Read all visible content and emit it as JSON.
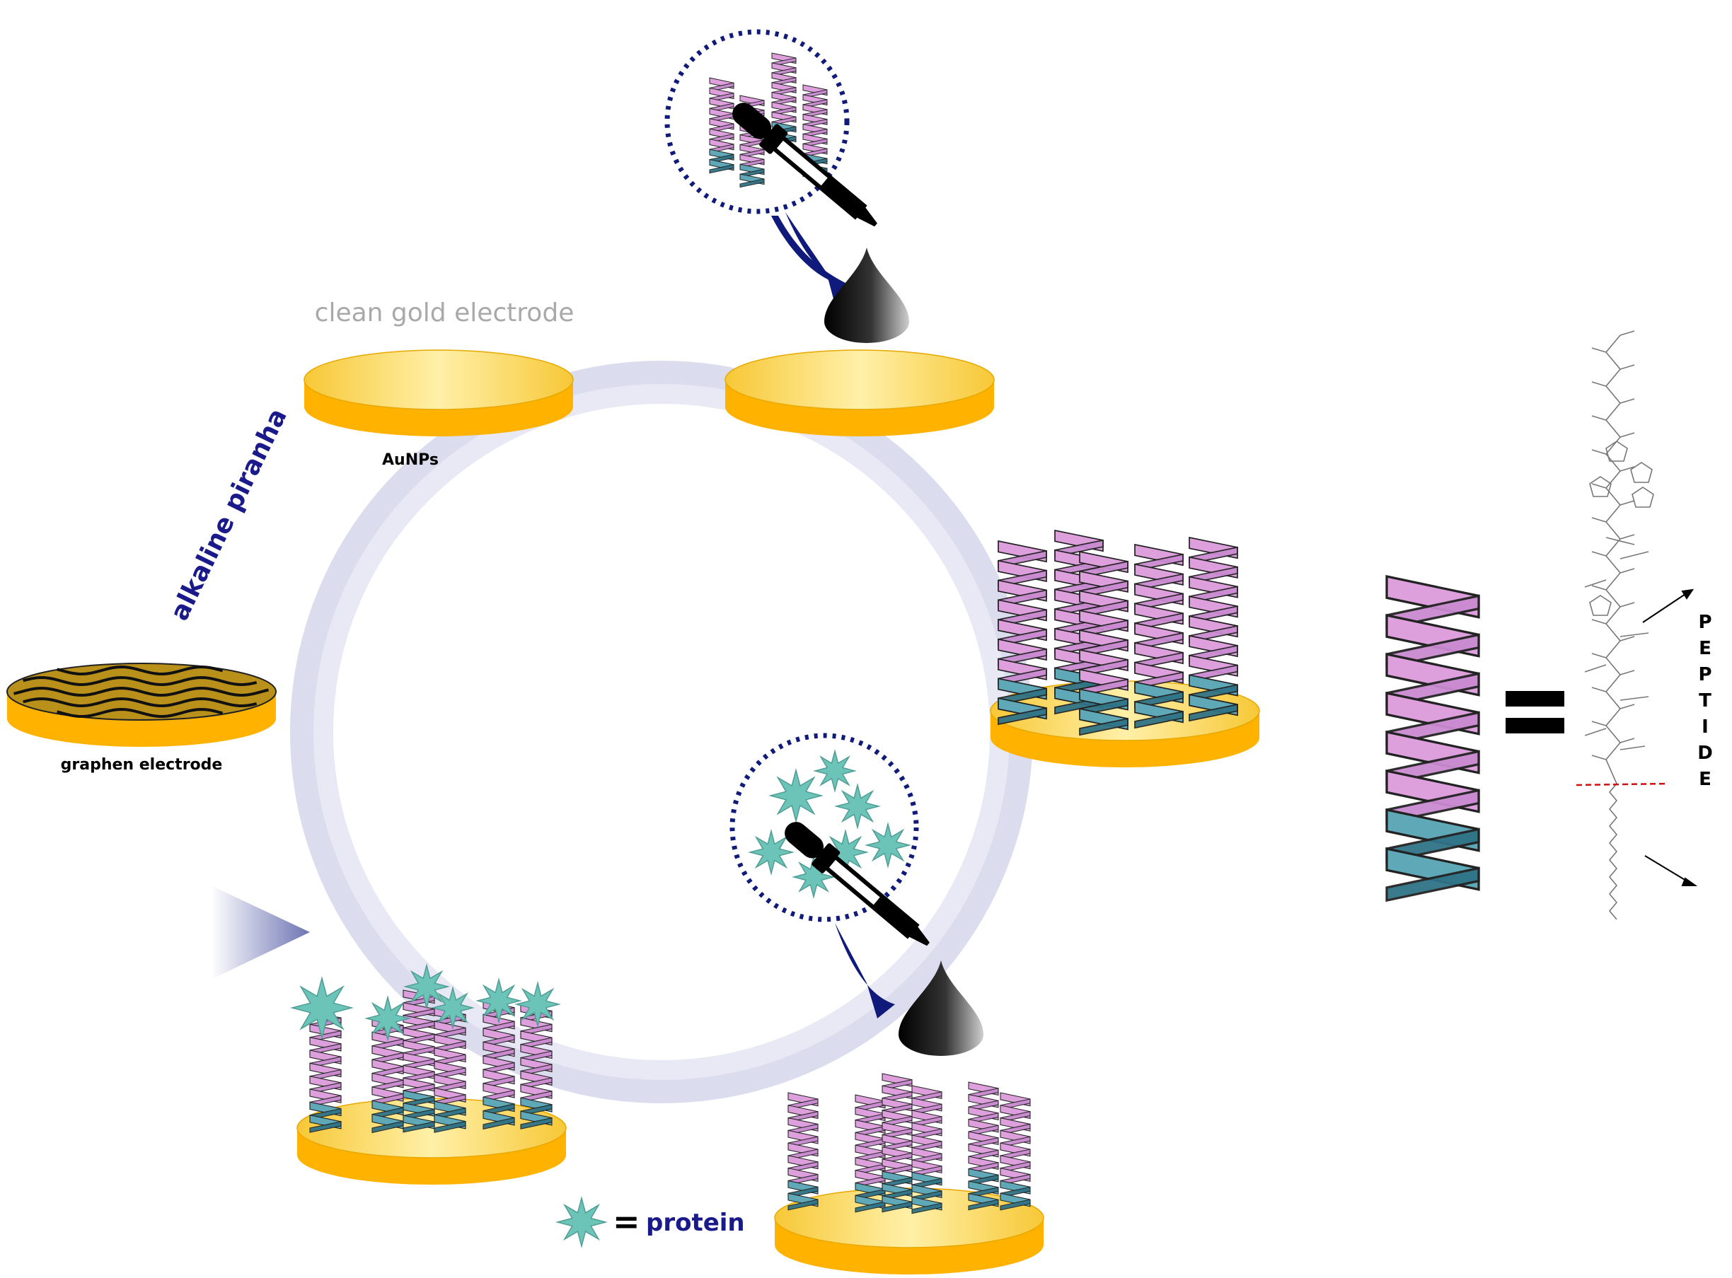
{
  "labels": {
    "clean_gold": "clean gold electrode",
    "aunps": "AuNPs",
    "alkaline": "alkaline piranha",
    "graphen": "graphen electrode",
    "protein": "protein",
    "equals": "="
  },
  "peptide_letters": [
    "P",
    "E",
    "P",
    "T",
    "I",
    "D",
    "E"
  ],
  "colors": {
    "gold_top": "#FBD75A",
    "gold_side": "#FFB300",
    "pink": "#DDA0DD",
    "teal": "#5FA8B8",
    "star": "#6CC4B8",
    "navy": "#0F1A7A",
    "ring": "#C9CCE6"
  },
  "icons": {
    "dropper": "dropper-icon",
    "drop": "drop-icon",
    "star": "star-icon"
  }
}
